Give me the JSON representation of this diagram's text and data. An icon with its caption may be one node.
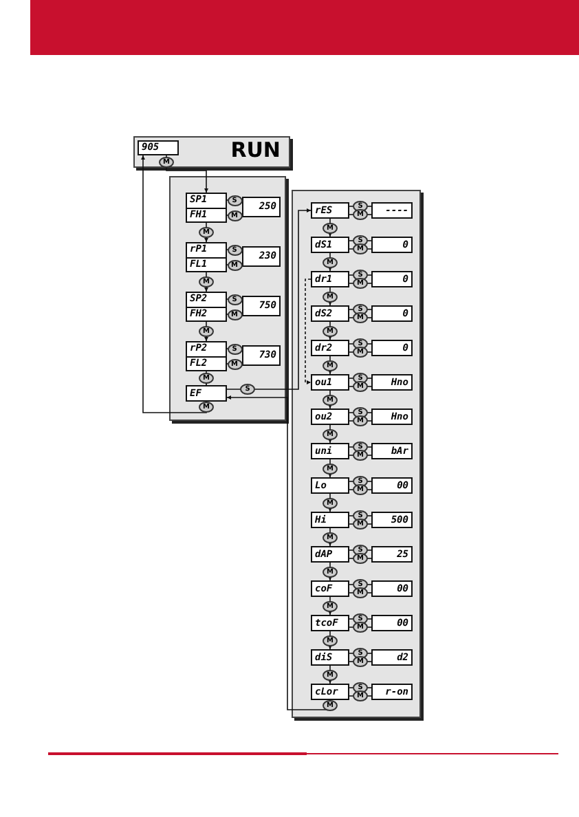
{
  "diagram": {
    "nodes": [
      {
        "text": [
          "RUN"
        ]
      },
      {
        "text": [
          "905"
        ],
        "in": 0
      },
      {
        "text": [],
        "shape": "box"
      },
      {
        "text": [
          "SP1",
          "FH1"
        ],
        "in": 2
      },
      {
        "text": [
          "250"
        ],
        "in": 2
      },
      {
        "text": [
          "rP1",
          "FL1"
        ],
        "in": 2
      },
      {
        "text": [
          "230"
        ],
        "in": 2
      },
      {
        "text": [
          "SP2",
          "FH2"
        ],
        "in": 2
      },
      {
        "text": [
          "750"
        ],
        "in": 2
      },
      {
        "text": [
          "rP2",
          "FL2"
        ],
        "in": 2
      },
      {
        "text": [
          "730"
        ],
        "in": 2
      },
      {
        "text": [
          "EF"
        ],
        "in": 2
      },
      {
        "text": [],
        "shape": "box"
      },
      {
        "text": [
          "rES"
        ],
        "in": 12
      },
      {
        "text": [
          "----"
        ],
        "in": 12
      },
      {
        "text": [
          "dS1"
        ],
        "in": 12
      },
      {
        "text": [
          "0"
        ],
        "in": 12
      },
      {
        "text": [
          "dr1"
        ],
        "in": 12
      },
      {
        "text": [
          "0"
        ],
        "in": 12
      },
      {
        "text": [
          "dS2"
        ],
        "in": 12
      },
      {
        "text": [
          "0"
        ],
        "in": 12
      },
      {
        "text": [
          "dr2"
        ],
        "in": 12
      },
      {
        "text": [
          "0"
        ],
        "in": 12
      },
      {
        "text": [
          "ou1"
        ],
        "in": 12
      },
      {
        "text": [
          "Hno"
        ],
        "in": 12
      },
      {
        "text": [
          "ou2"
        ],
        "in": 12
      },
      {
        "text": [
          "Hno"
        ],
        "in": 12
      },
      {
        "text": [
          "uni"
        ],
        "in": 12
      },
      {
        "text": [
          "bAr"
        ],
        "in": 12
      },
      {
        "text": [
          "Lo"
        ],
        "in": 12
      },
      {
        "text": [
          "00"
        ],
        "in": 12
      },
      {
        "text": [
          "Hi"
        ],
        "in": 12
      },
      {
        "text": [
          "500"
        ],
        "in": 12
      },
      {
        "text": [
          "dAP"
        ],
        "in": 12
      },
      {
        "text": [
          "25"
        ],
        "in": 12
      },
      {
        "text": [
          "coF"
        ],
        "in": 12
      },
      {
        "text": [
          "00"
        ],
        "in": 12
      },
      {
        "text": [
          "tcoF"
        ],
        "in": 12
      },
      {
        "text": [
          "00"
        ],
        "in": 12
      },
      {
        "text": [
          "diS"
        ],
        "in": 12
      },
      {
        "text": [
          "d2"
        ],
        "in": 12
      },
      {
        "text": [
          "cLor"
        ],
        "in": 12
      },
      {
        "text": [
          "r-on"
        ],
        "in": 12
      }
    ],
    "edges": [
      {
        "from": 1,
        "to": 3,
        "label": "M",
        "arrow": "to"
      },
      {
        "from": 3,
        "to": 4,
        "label": "S",
        "arrow": "none"
      },
      {
        "from": 4,
        "to": 3,
        "label": "M",
        "arrow": "none"
      },
      {
        "from": 3,
        "to": 5,
        "label": "M",
        "arrow": "to"
      },
      {
        "from": 5,
        "to": 6,
        "label": "S",
        "arrow": "none"
      },
      {
        "from": 6,
        "to": 5,
        "label": "M",
        "arrow": "none"
      },
      {
        "from": 5,
        "to": 7,
        "label": "M",
        "arrow": "to"
      },
      {
        "from": 7,
        "to": 8,
        "label": "S",
        "arrow": "none"
      },
      {
        "from": 8,
        "to": 7,
        "label": "M",
        "arrow": "none"
      },
      {
        "from": 7,
        "to": 9,
        "label": "M",
        "arrow": "to"
      },
      {
        "from": 9,
        "to": 10,
        "label": "S",
        "arrow": "none"
      },
      {
        "from": 10,
        "to": 9,
        "label": "M",
        "arrow": "none"
      },
      {
        "from": 9,
        "to": 11,
        "label": "M",
        "arrow": "to"
      },
      {
        "from": 11,
        "to": 1,
        "label": "M",
        "arrow": "to"
      },
      {
        "from": 11,
        "to": 13,
        "label": "S",
        "arrow": "to"
      },
      {
        "from": 13,
        "to": 14,
        "label": "S",
        "arrow": "none"
      },
      {
        "from": 14,
        "to": 13,
        "label": "M",
        "arrow": "none"
      },
      {
        "from": 13,
        "to": 15,
        "label": "M",
        "arrow": "to"
      },
      {
        "from": 15,
        "to": 16,
        "label": "S",
        "arrow": "none"
      },
      {
        "from": 16,
        "to": 15,
        "label": "M",
        "arrow": "none"
      },
      {
        "from": 15,
        "to": 17,
        "label": "M",
        "arrow": "to"
      },
      {
        "from": 17,
        "to": 18,
        "label": "S",
        "arrow": "none"
      },
      {
        "from": 18,
        "to": 17,
        "label": "M",
        "arrow": "none"
      },
      {
        "from": 17,
        "to": 19,
        "label": "M",
        "arrow": "to"
      },
      {
        "from": 19,
        "to": 20,
        "label": "S",
        "arrow": "none"
      },
      {
        "from": 20,
        "to": 19,
        "label": "M",
        "arrow": "none"
      },
      {
        "from": 19,
        "to": 21,
        "label": "M",
        "arrow": "to"
      },
      {
        "from": 21,
        "to": 22,
        "label": "S",
        "arrow": "none"
      },
      {
        "from": 22,
        "to": 21,
        "label": "M",
        "arrow": "none"
      },
      {
        "from": 21,
        "to": 23,
        "label": "M",
        "arrow": "to"
      },
      {
        "from": 23,
        "to": 24,
        "label": "S",
        "arrow": "none"
      },
      {
        "from": 24,
        "to": 23,
        "label": "M",
        "arrow": "none"
      },
      {
        "from": 23,
        "to": 25,
        "label": "M",
        "arrow": "to"
      },
      {
        "from": 25,
        "to": 26,
        "label": "S",
        "arrow": "none"
      },
      {
        "from": 26,
        "to": 25,
        "label": "M",
        "arrow": "none"
      },
      {
        "from": 25,
        "to": 27,
        "label": "M",
        "arrow": "to"
      },
      {
        "from": 27,
        "to": 28,
        "label": "S",
        "arrow": "none"
      },
      {
        "from": 28,
        "to": 27,
        "label": "M",
        "arrow": "none"
      },
      {
        "from": 27,
        "to": 29,
        "label": "M",
        "arrow": "to"
      },
      {
        "from": 29,
        "to": 30,
        "label": "S",
        "arrow": "none"
      },
      {
        "from": 30,
        "to": 29,
        "label": "M",
        "arrow": "none"
      },
      {
        "from": 29,
        "to": 31,
        "label": "M",
        "arrow": "to"
      },
      {
        "from": 31,
        "to": 32,
        "label": "S",
        "arrow": "none"
      },
      {
        "from": 32,
        "to": 31,
        "label": "M",
        "arrow": "none"
      },
      {
        "from": 31,
        "to": 33,
        "label": "M",
        "arrow": "to"
      },
      {
        "from": 33,
        "to": 34,
        "label": "S",
        "arrow": "none"
      },
      {
        "from": 34,
        "to": 33,
        "label": "M",
        "arrow": "none"
      },
      {
        "from": 33,
        "to": 35,
        "label": "M",
        "arrow": "to"
      },
      {
        "from": 35,
        "to": 36,
        "label": "S",
        "arrow": "none"
      },
      {
        "from": 36,
        "to": 35,
        "label": "M",
        "arrow": "none"
      },
      {
        "from": 35,
        "to": 37,
        "label": "M",
        "arrow": "to"
      },
      {
        "from": 37,
        "to": 38,
        "label": "S",
        "arrow": "none"
      },
      {
        "from": 38,
        "to": 37,
        "label": "M",
        "arrow": "none"
      },
      {
        "from": 37,
        "to": 39,
        "label": "M",
        "arrow": "to"
      },
      {
        "from": 39,
        "to": 40,
        "label": "S",
        "arrow": "none"
      },
      {
        "from": 40,
        "to": 39,
        "label": "M",
        "arrow": "none"
      },
      {
        "from": 39,
        "to": 41,
        "label": "M",
        "arrow": "to"
      },
      {
        "from": 41,
        "to": 42,
        "label": "S",
        "arrow": "none"
      },
      {
        "from": 42,
        "to": 41,
        "label": "M",
        "arrow": "none"
      },
      {
        "from": 17,
        "to": 23,
        "arrow": "to",
        "style": "dashed"
      },
      {
        "from": 41,
        "to": 11,
        "label": "M",
        "arrow": "to"
      }
    ]
  }
}
